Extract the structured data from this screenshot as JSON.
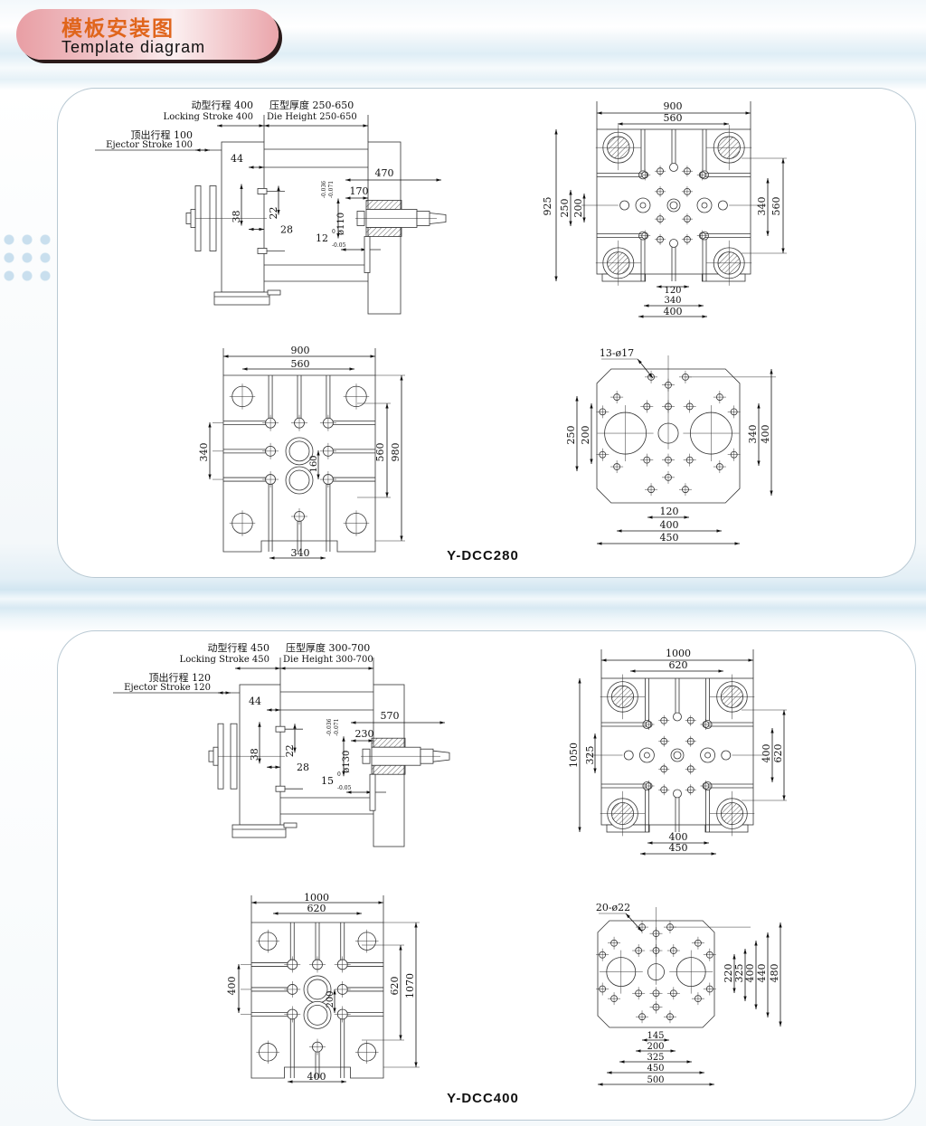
{
  "header": {
    "title_cn": "模板安装图",
    "title_en": "Template diagram"
  },
  "colors": {
    "header_text": "#e0651c",
    "header_bg": "#e89ea4",
    "line": "#222222"
  },
  "panels": [
    {
      "model": "Y-DCC280",
      "side_view": {
        "locking_stroke_cn": "动型行程 400",
        "locking_stroke_en": "Locking Stroke 400",
        "die_height_cn": "压型厚度 250-650",
        "die_height_en": "Die Height 250-650",
        "ejector_stroke_cn": "顶出行程 100",
        "ejector_stroke_en": "Ejector Stroke 100",
        "dims": [
          "44",
          "38",
          "22",
          "28",
          "470",
          "170",
          "ø110",
          "-0.036",
          "-0.071",
          "12",
          "0",
          "-0.05"
        ]
      },
      "fixed_platen": {
        "dims": [
          "900",
          "560",
          "925",
          "250",
          "200",
          "340",
          "560",
          "120",
          "340",
          "400"
        ]
      },
      "moving_platen": {
        "dims": [
          "900",
          "560",
          "340",
          "560",
          "980",
          "160",
          "340"
        ]
      },
      "mold_plate": {
        "holes": "13-ø17",
        "dims": [
          "250",
          "200",
          "340",
          "400",
          "120",
          "400",
          "450"
        ]
      }
    },
    {
      "model": "Y-DCC400",
      "side_view": {
        "locking_stroke_cn": "动型行程 450",
        "locking_stroke_en": "Locking Stroke 450",
        "die_height_cn": "压型厚度 300-700",
        "die_height_en": "Die Height 300-700",
        "ejector_stroke_cn": "顶出行程 120",
        "ejector_stroke_en": "Ejector Stroke 120",
        "dims": [
          "44",
          "38",
          "22",
          "28",
          "570",
          "230",
          "ø130",
          "-0.036",
          "-0.071",
          "15",
          "0",
          "-0.05"
        ]
      },
      "fixed_platen": {
        "dims": [
          "1000",
          "620",
          "1050",
          "325",
          "400",
          "620",
          "400",
          "450"
        ]
      },
      "moving_platen": {
        "dims": [
          "1000",
          "620",
          "400",
          "620",
          "1070",
          "200",
          "400"
        ]
      },
      "mold_plate": {
        "holes": "20-ø22",
        "dims": [
          "220",
          "325",
          "400",
          "440",
          "480",
          "145",
          "200",
          "325",
          "450",
          "500"
        ]
      }
    }
  ]
}
